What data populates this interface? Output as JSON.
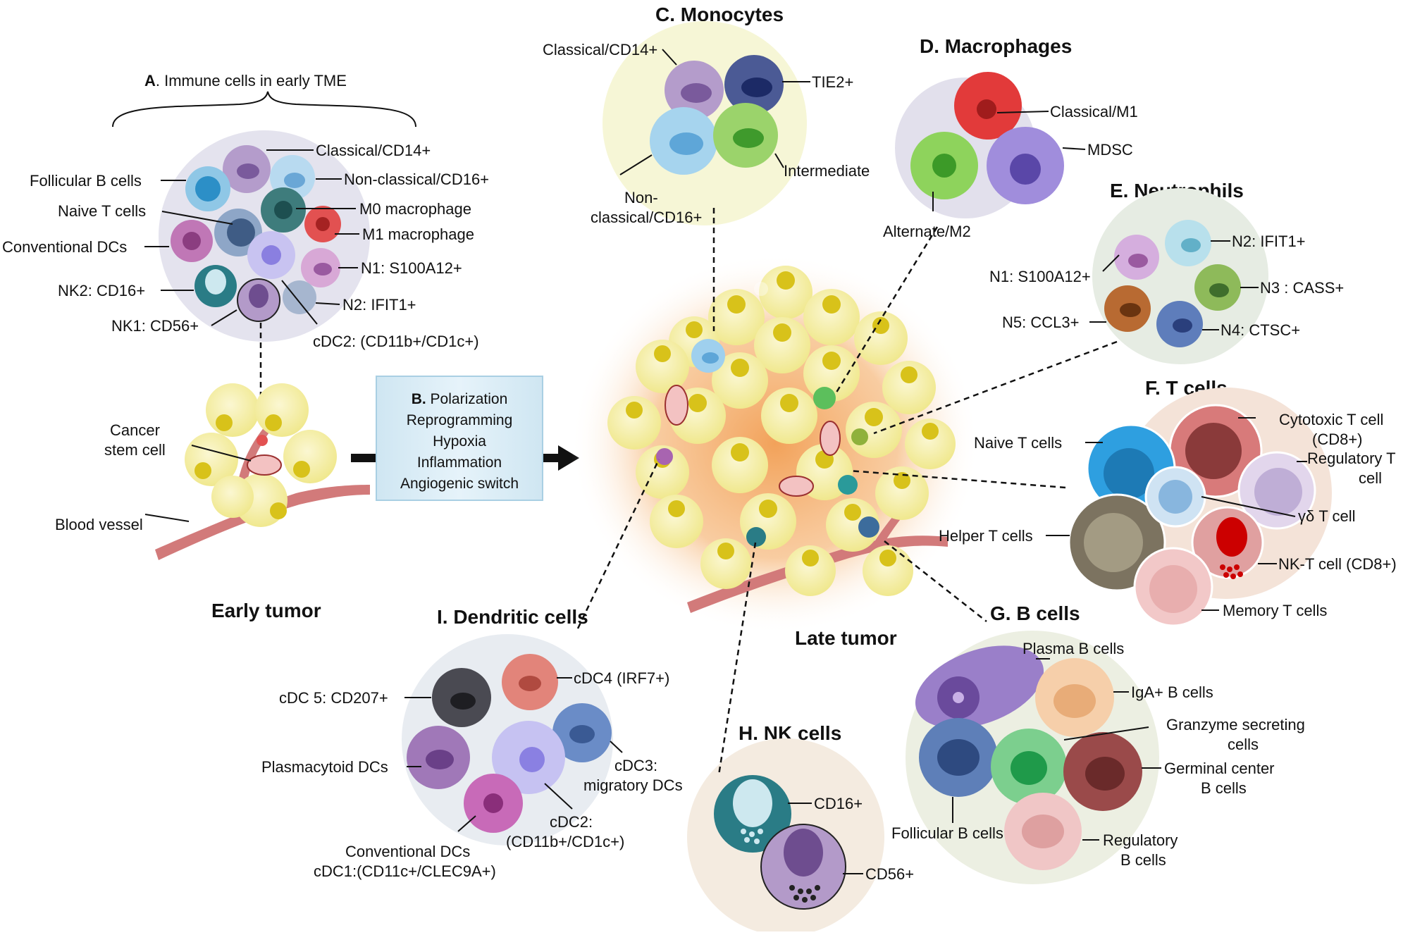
{
  "panels": {
    "a": {
      "title_bold": "A",
      "title_rest": ". Immune cells in early TME",
      "labels": {
        "classical_cd14": "Classical/CD14+",
        "follicular_b": "Follicular B cells",
        "nonclassical_cd16": "Non-classical/CD16+",
        "m0": "M0 macrophage",
        "naive_t": "Naive T cells",
        "m1": "M1 macrophage",
        "conv_dcs": "Conventional DCs",
        "n1": "N1: S100A12+",
        "nk2": "NK2: CD16+",
        "n2": "N2: IFIT1+",
        "nk1": "NK1: CD56+",
        "cdc2": "cDC2: (CD11b+/CD1c+)"
      }
    },
    "early": {
      "cancer_stem_1": "Cancer",
      "cancer_stem_2": "stem cell",
      "blood_vessel": "Blood vessel",
      "title": "Early tumor"
    },
    "b": {
      "title_bold": "B.",
      "title_rest": " Polarization",
      "lines": [
        "Reprogramming",
        "Hypoxia",
        "Inflammation",
        "Angiogenic switch"
      ]
    },
    "c": {
      "title": "C. Monocytes",
      "classical": "Classical/CD14+",
      "tie2": "TIE2+",
      "intermediate": "Intermediate",
      "nonclassical_1": "Non-",
      "nonclassical_2": "classical/CD16+"
    },
    "d": {
      "title": "D. Macrophages",
      "m1": "Classical/M1",
      "mdsc": "MDSC",
      "m2": "Alternate/M2"
    },
    "e": {
      "title": "E. Neutrophils",
      "n1": "N1: S100A12+",
      "n2": "N2: IFIT1+",
      "n3": "N3 : CASS+",
      "n4": "N4: CTSC+",
      "n5": "N5: CCL3+"
    },
    "f": {
      "title": "F. T cells",
      "cytotoxic_1": "Cytotoxic T cell",
      "cytotoxic_2": "(CD8+)",
      "naive": "Naive T cells",
      "regulatory_1": "Regulatory T",
      "regulatory_2": "cell",
      "gd": "γδ T cell",
      "helper": "Helper T cells",
      "nkt": "NK-T cell (CD8+)",
      "memory": "Memory T cells"
    },
    "late": {
      "title": "Late tumor"
    },
    "g": {
      "title": "G. B cells",
      "plasma": "Plasma B cells",
      "iga": "IgA+ B cells",
      "granzyme_1": "Granzyme secreting",
      "granzyme_2": "cells",
      "germinal_1": "Germinal center",
      "germinal_2": "B cells",
      "follicular": "Follicular B cells",
      "regulatory_1": "Regulatory",
      "regulatory_2": "B cells"
    },
    "h": {
      "title": "H. NK cells",
      "cd16": "CD16+",
      "cd56": "CD56+"
    },
    "i": {
      "title": "I. Dendritic cells",
      "cdc5": "cDC 5: CD207+",
      "cdc4": "cDC4 (IRF7+)",
      "cdc3_1": "cDC3:",
      "cdc3_2": "migratory DCs",
      "plasmacytoid": "Plasmacytoid DCs",
      "cdc2_1": "cDC2:",
      "cdc2_2": "(CD11b+/CD1c+)",
      "conv_1": "Conventional  DCs",
      "conv_2": "cDC1:(CD11c+/CLEC9A+)"
    }
  }
}
